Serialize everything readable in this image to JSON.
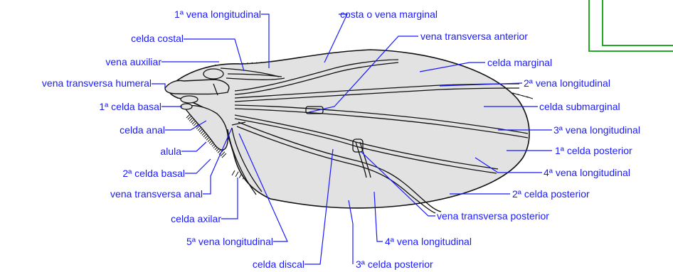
{
  "colors": {
    "label": "#1a1aff",
    "wing_fill": "#e2e2e2",
    "wing_outline": "#111111",
    "inset_frame": "#22aa22"
  },
  "labels": {
    "vena_longitudinal_1": "1ª vena longitudinal",
    "celda_costal": "celda costal",
    "vena_auxiliar": "vena auxiliar",
    "vena_transversa_humeral": "vena transversa humeral",
    "celda_basal_1": "1ª celda basal",
    "celda_anal": "celda anal",
    "alula": "alula",
    "celda_basal_2": "2ª celda basal",
    "vena_transversa_anal": "vena transversa anal",
    "celda_axilar": "celda axilar",
    "vena_longitudinal_5": "5ª vena longitudinal",
    "celda_discal": "celda discal",
    "celda_posterior_3": "3ª celda posterior",
    "vena_longitudinal_4_bottom": "4ª vena longitudinal",
    "vena_transversa_posterior": "vena transversa posterior",
    "celda_posterior_2": "2ª celda posterior",
    "vena_longitudinal_4_right": "4ª vena longitudinal",
    "celda_posterior_1": "1ª celda posterior",
    "vena_longitudinal_3": "3ª vena longitudinal",
    "celda_submarginal": "celda submarginal",
    "vena_longitudinal_2": "2ª vena longitudinal",
    "celda_marginal": "celda marginal",
    "vena_transversa_anterior": "vena transversa anterior",
    "costa_vena_marginal": "costa o vena marginal"
  }
}
